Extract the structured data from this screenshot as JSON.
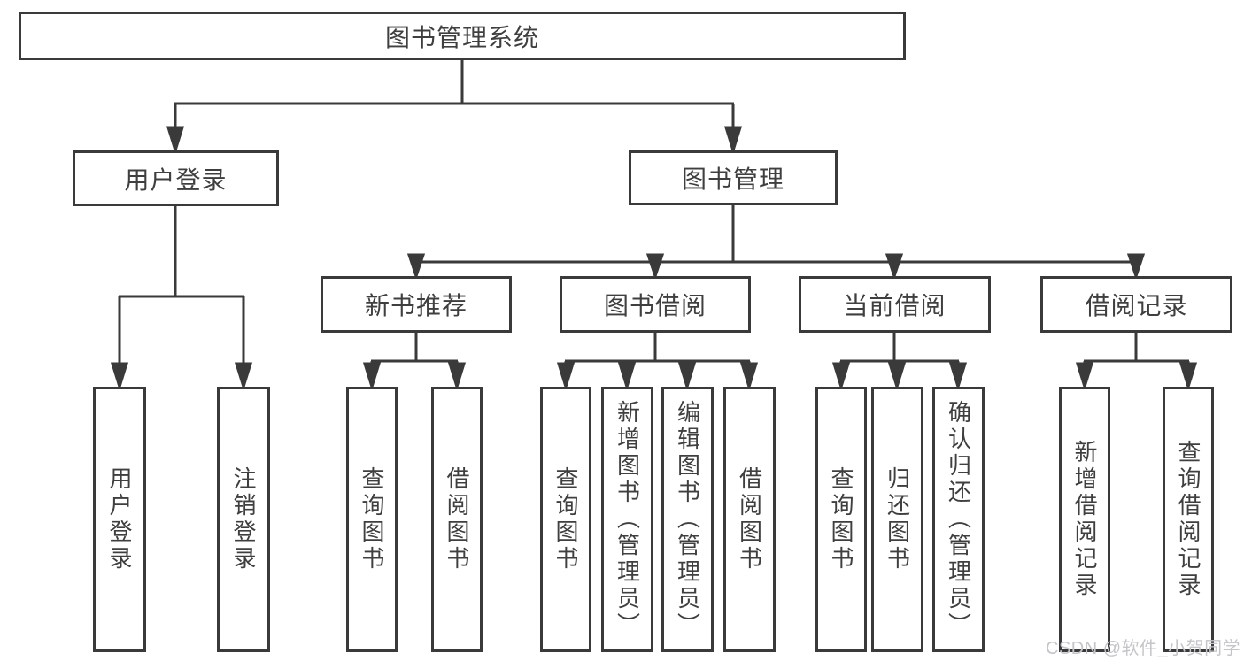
{
  "diagram": {
    "root": {
      "label": "图书管理系统"
    },
    "level1": [
      {
        "label": "用户登录"
      },
      {
        "label": "图书管理"
      }
    ],
    "level2": [
      {
        "label": "新书推荐"
      },
      {
        "label": "图书借阅"
      },
      {
        "label": "当前借阅"
      },
      {
        "label": "借阅记录"
      }
    ],
    "leaves": [
      {
        "label": "用户登录"
      },
      {
        "label": "注销登录"
      },
      {
        "label": "查询图书"
      },
      {
        "label": "借阅图书"
      },
      {
        "label": "查询图书"
      },
      {
        "label": "新增图书（管理员）"
      },
      {
        "label": "编辑图书（管理员）"
      },
      {
        "label": "借阅图书"
      },
      {
        "label": "查询图书"
      },
      {
        "label": "归还图书"
      },
      {
        "label": "确认归还（管理员）"
      },
      {
        "label": "新增借阅记录"
      },
      {
        "label": "查询借阅记录"
      }
    ]
  },
  "watermark": {
    "text": "CSDN @软件_小贺同学"
  },
  "colors": {
    "line": "#3a3a3a",
    "text": "#3f3f3f",
    "watermark": "#c5c5c9"
  }
}
